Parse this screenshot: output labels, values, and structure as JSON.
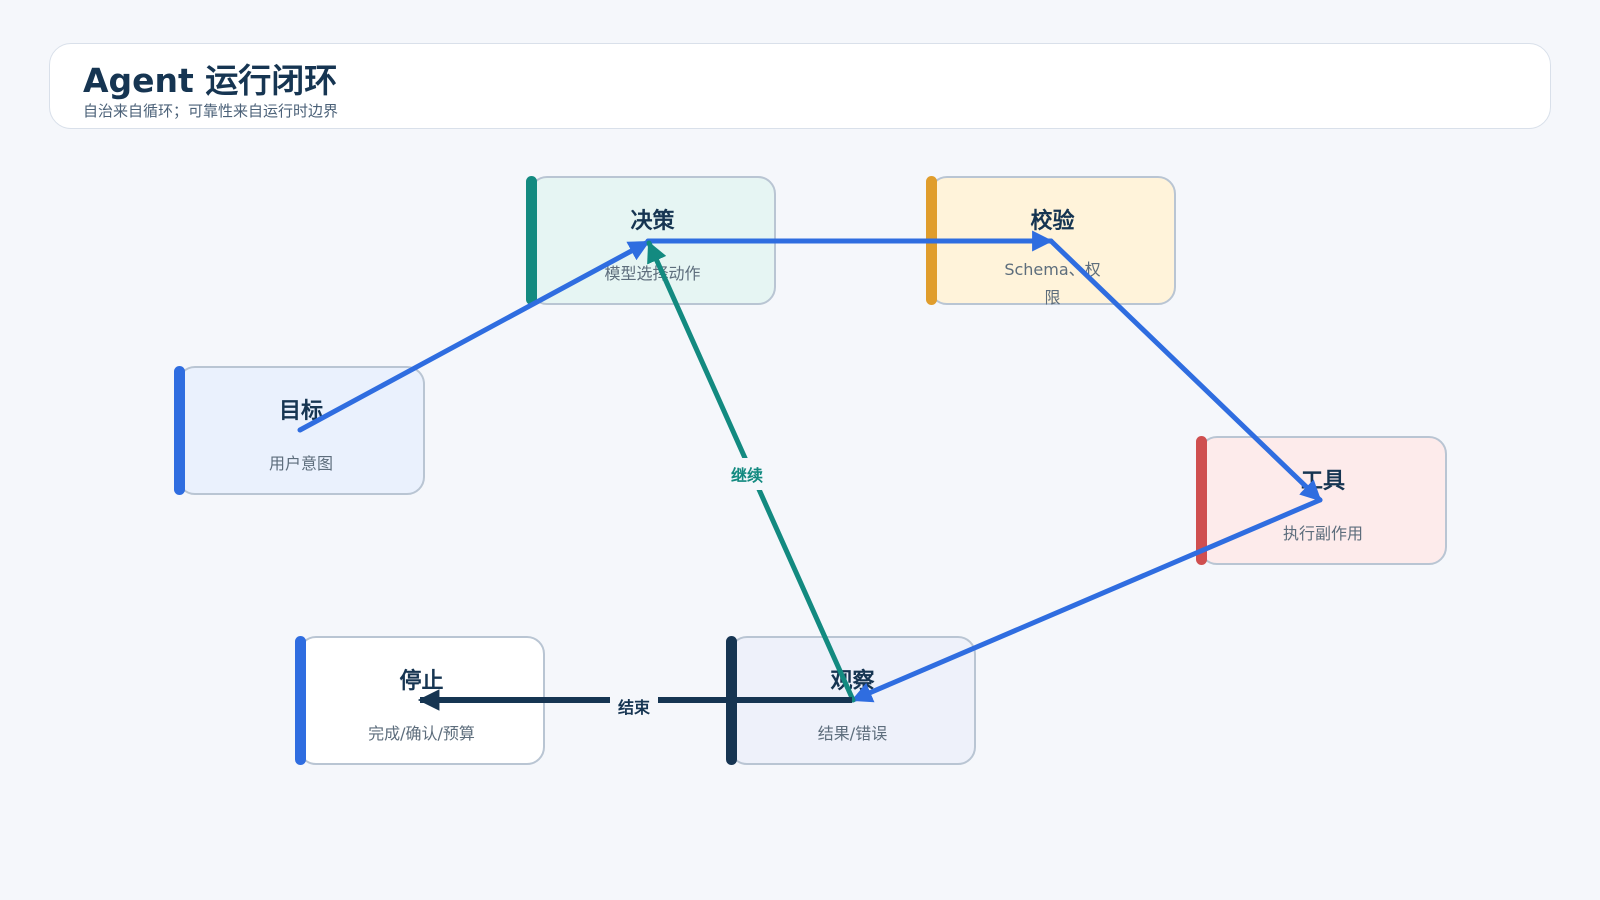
{
  "header": {
    "title": "Agent 运行闭环",
    "subtitle": "自治来自循环；可靠性来自运行时边界"
  },
  "nodes": {
    "goal": {
      "title": "目标",
      "subtitle": "用户意图",
      "accent": "#2f6de0",
      "fill": "#eaf1fd"
    },
    "decide": {
      "title": "决策",
      "subtitle": "模型选择动作",
      "accent": "#138a80",
      "fill": "#e6f5f3"
    },
    "verify": {
      "title": "校验",
      "subtitle": "Schema、权限",
      "accent": "#e09d2c",
      "fill": "#fff3da"
    },
    "tool": {
      "title": "工具",
      "subtitle": "执行副作用",
      "accent": "#cf4f4f",
      "fill": "#fdebeb"
    },
    "observe": {
      "title": "观察",
      "subtitle": "结果/错误",
      "accent": "#163552",
      "fill": "#eef1fa"
    },
    "stop": {
      "title": "停止",
      "subtitle": "完成/确认/预算",
      "accent": "#2f6de0",
      "fill": "#ffffff"
    }
  },
  "edges": {
    "continue_label": "继续",
    "end_label": "结束",
    "flow_color": "#2f6de0",
    "continue_color": "#138a80",
    "end_color": "#163552"
  }
}
